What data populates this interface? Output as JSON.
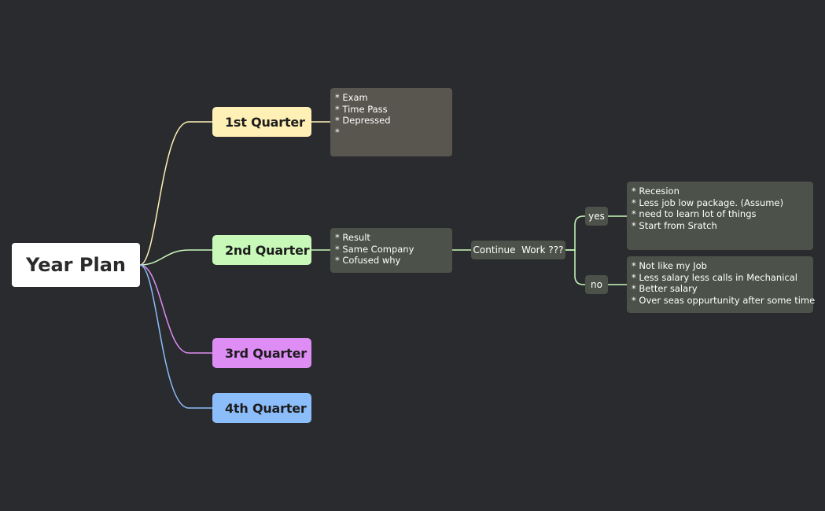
{
  "root": {
    "label": "Year Plan"
  },
  "quarters": [
    {
      "label": "1st Quarter",
      "color": "#fff0b5"
    },
    {
      "label": "2nd Quarter",
      "color": "#c8f9b9"
    },
    {
      "label": "3rd Quarter",
      "color": "#de8df4"
    },
    {
      "label": "4th Quarter",
      "color": "#8bbdfa"
    }
  ],
  "q1_note": {
    "lines": [
      "* Exam",
      "* Time Pass",
      "* Depressed",
      "*"
    ]
  },
  "q2_note": {
    "lines": [
      "* Result",
      "* Same Company",
      "* Cofused why"
    ]
  },
  "decision": {
    "label": "Continue  Work ???"
  },
  "yes_branch": {
    "label": "yes",
    "lines": [
      "* Recesion",
      "* Less job low package. (Assume)",
      "* need to learn lot of things",
      "* Start from Sratch"
    ]
  },
  "no_branch": {
    "label": "no",
    "lines": [
      "* Not like my Job",
      "* Less salary less calls in Mechanical",
      "* Better salary",
      "* Over seas oppurtunity after some time"
    ]
  },
  "colors": {
    "background": "#2a2b2f",
    "note_dark": "#4c5249",
    "note_q1": "#59564f",
    "branch_green": "#c8f9b9"
  }
}
